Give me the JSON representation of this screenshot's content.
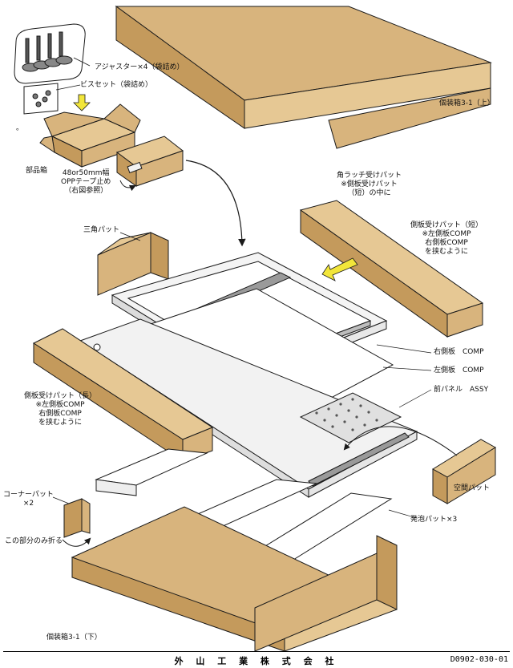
{
  "labels": {
    "adjuster": "アジャスター×4（袋詰め）",
    "screw_set": "ビスセット（袋詰め）",
    "dot": "。",
    "parts_box": "部品箱",
    "tape": "48or50mm幅\nOPPテープ止め\n（右図参照）",
    "top_box": "個装箱3-1（上）",
    "corner_latch_pad": "角ラッチ受けパット\n※側板受けパット\n（短）の中に",
    "short_side_pad": "側板受けパット（短）\n※左側板COMP\n右側板COMP\nを挟むように",
    "triangle_pad": "三角パット",
    "right_panel": "右側板　COMP",
    "left_panel": "左側板　COMP",
    "front_panel": "前パネル　ASSY",
    "long_side_pad": "側板受けパット（長）\n※左側板COMP\n右側板COMP\nを挟むように",
    "space_pad": "空間パット",
    "corner_pad": "コーナーパット\n×2",
    "foam_pad": "発泡パット×3",
    "fold_only": "この部分のみ折る",
    "bottom_box": "個装箱3-1（下）"
  },
  "footer": {
    "company": "外 山 工 業 株 式 会 社",
    "doc_no": "D0902-030-01"
  },
  "colors": {
    "cardboard": "#d8b47d",
    "cardboard_dark": "#c49a5c",
    "cardboard_light": "#e6c894",
    "frame": "#f4f4f4",
    "rail": "#9a9a9a",
    "arrow": "#f2e63a",
    "line": "#1a1a1a"
  }
}
